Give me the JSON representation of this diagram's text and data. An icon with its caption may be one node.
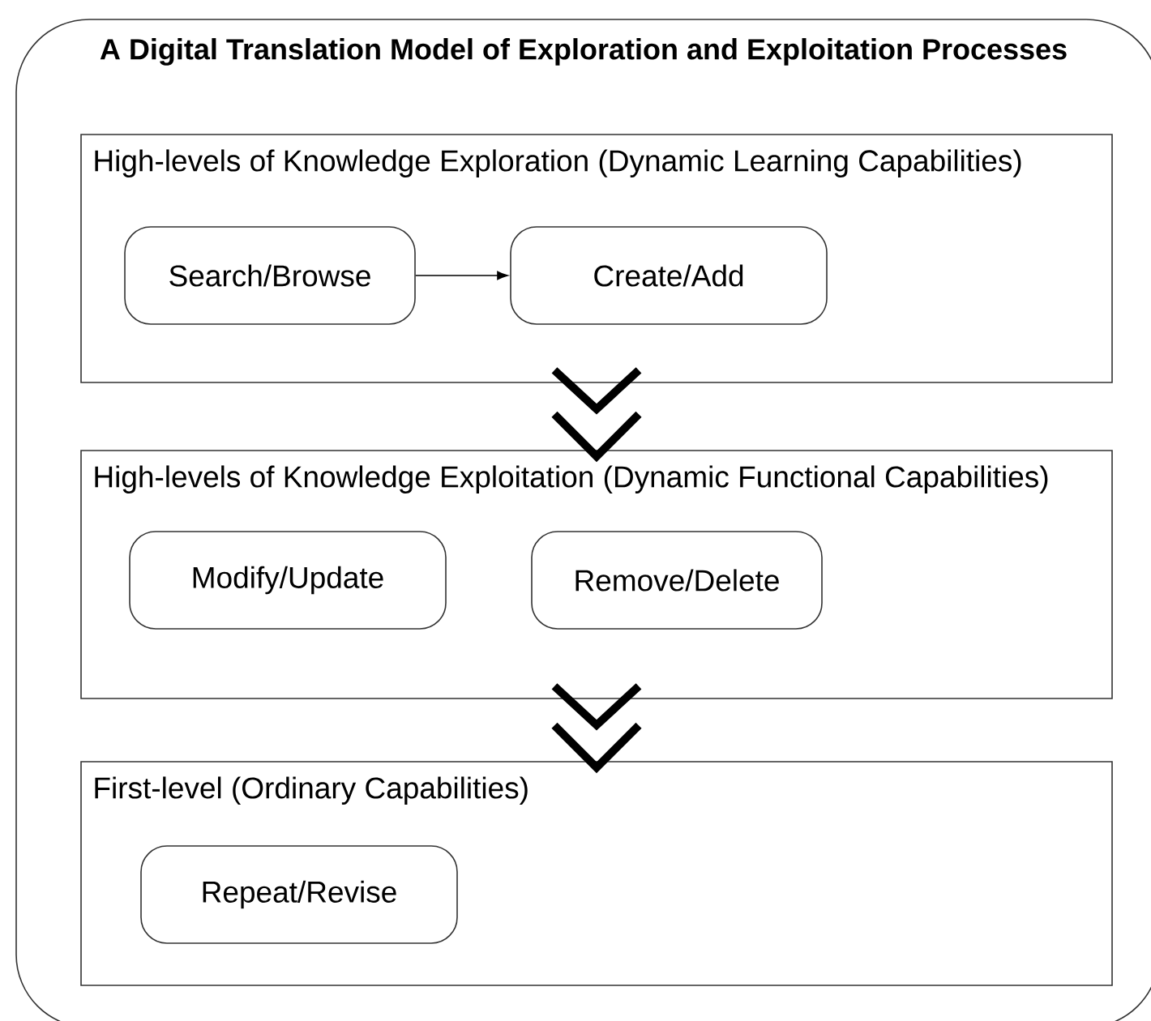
{
  "diagram": {
    "nodes": [
      {
        "text": [
          "A Digital Translation Model of Exploration and Exploitation Processes"
        ]
      },
      {
        "text": [
          "High-levels of Knowledge Exploration (Dynamic Learning Capabilities)"
        ],
        "in": 0
      },
      {
        "text": [
          "Search/Browse"
        ],
        "in": 1
      },
      {
        "text": [
          "Create/Add"
        ],
        "in": 1
      },
      {
        "text": [
          "High-levels of Knowledge Exploitation (Dynamic Functional Capabilities)"
        ],
        "in": 0
      },
      {
        "text": [
          "Modify/Update"
        ],
        "in": 4
      },
      {
        "text": [
          "Remove/Delete"
        ],
        "in": 4
      },
      {
        "text": [
          "First-level (Ordinary Capabilities)"
        ],
        "in": 0
      },
      {
        "text": [
          "Repeat/Revise"
        ],
        "in": 7
      }
    ],
    "edges": [
      {
        "from": 2,
        "to": 3,
        "arrow": "to"
      },
      {
        "from": 1,
        "to": 4,
        "arrow": "to"
      },
      {
        "from": 4,
        "to": 7,
        "arrow": "to"
      }
    ]
  }
}
